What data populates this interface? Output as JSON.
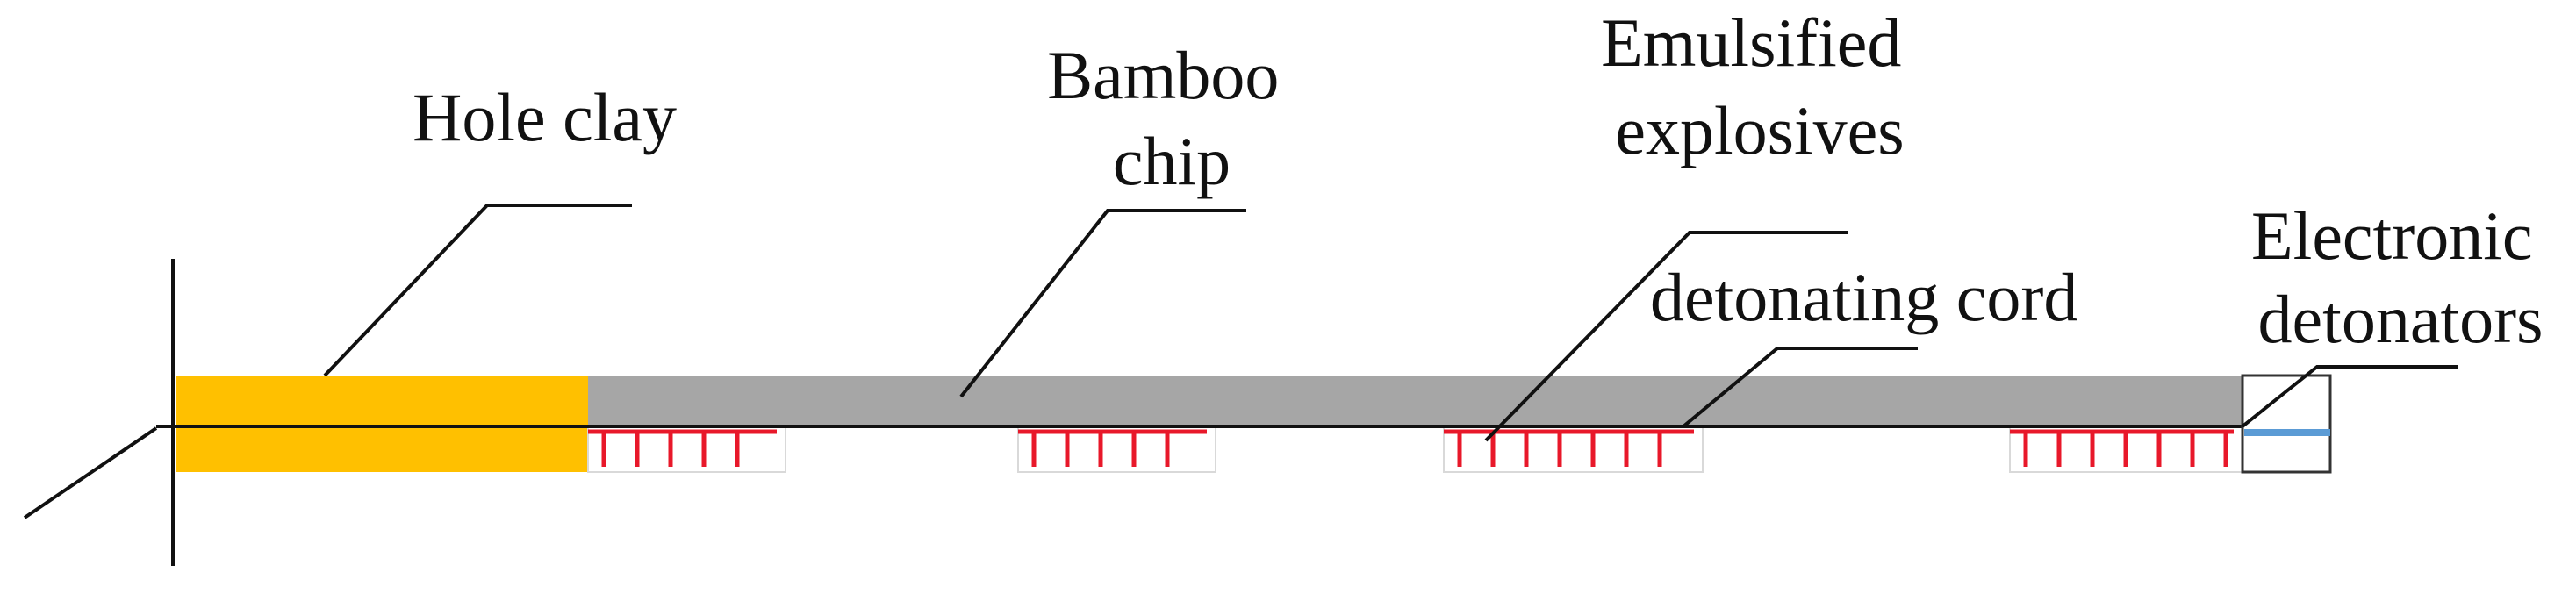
{
  "labels": {
    "hole_clay": "Hole clay",
    "bamboo_chip": [
      "Bamboo",
      "chip"
    ],
    "emulsified_explosives": [
      "Emulsified",
      "explosives"
    ],
    "detonating_cord": "detonating cord",
    "electronic_detonators": [
      "Electronic",
      "detonators"
    ]
  },
  "colors": {
    "hole_clay": "#ffc000",
    "bamboo_chip": "#a6a6a6",
    "explosive_ticks": "#e8182a",
    "detonator_wire": "#5b9bd5"
  },
  "explosive_charge_groups": [
    {
      "ticks": 5
    },
    {
      "ticks": 5
    },
    {
      "ticks": 7
    },
    {
      "ticks": 7
    }
  ]
}
